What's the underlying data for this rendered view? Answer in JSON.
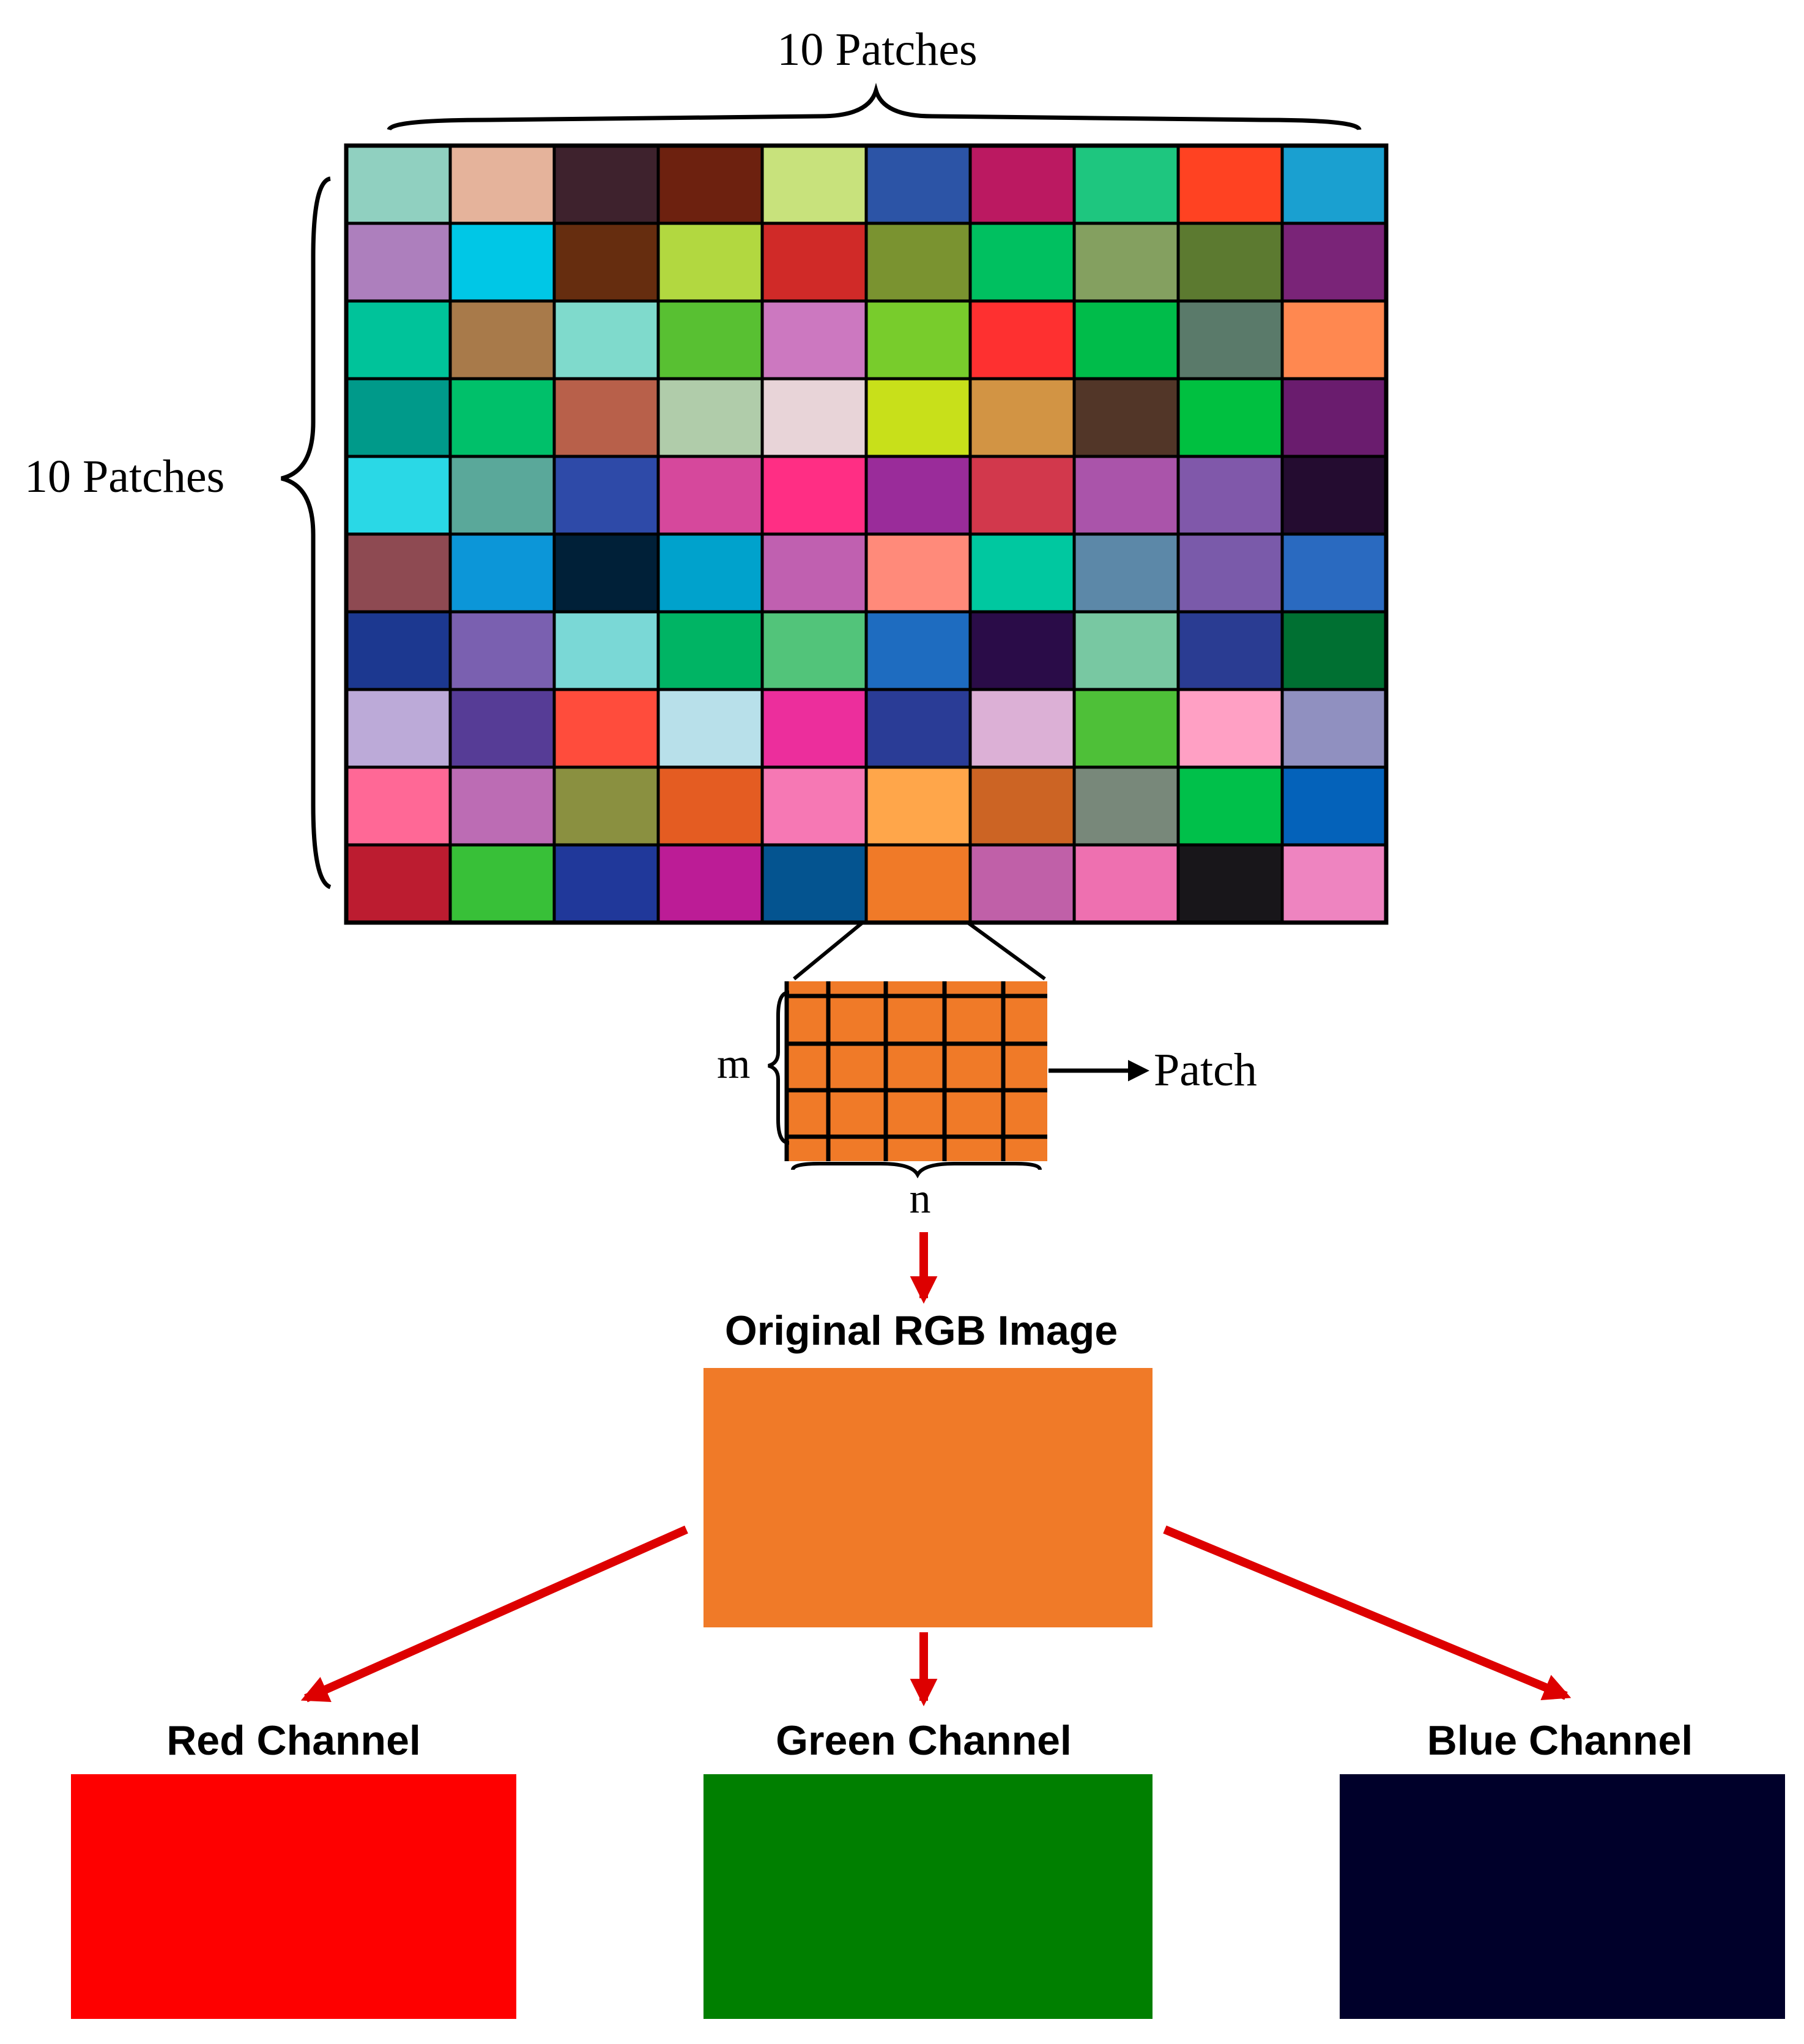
{
  "labels": {
    "top_patches": "10 Patches",
    "left_patches": "10 Patches",
    "m": "m",
    "n": "n",
    "patch": "Patch",
    "original": "Original RGB Image",
    "red": "Red Channel",
    "green": "Green Channel",
    "blue": "Blue Channel"
  },
  "colors": {
    "accent_arrow": "#dd0000",
    "selected_patch": "#f07a28",
    "original_image": "#f07a28",
    "red_channel": "#fe0000",
    "green_channel": "#007f00",
    "blue_channel": "#00002a",
    "grid": [
      [
        "#90d0c0",
        "#e5b39b",
        "#3e222d",
        "#6d210f",
        "#c8e27c",
        "#2c54a6",
        "#bb1961",
        "#1ec67f",
        "#ff4222",
        "#1aa0d0"
      ],
      [
        "#ad7fbd",
        "#00c7e6",
        "#662d0f",
        "#b2d840",
        "#d02a28",
        "#7a9330",
        "#00c060",
        "#84a060",
        "#5c7a30",
        "#7a2478"
      ],
      [
        "#00c39a",
        "#a87a4a",
        "#7fdacc",
        "#58c032",
        "#cc78c0",
        "#78cc2c",
        "#fe3030",
        "#00bc4a",
        "#5a7a6a",
        "#ff8850"
      ],
      [
        "#009a8a",
        "#00c06a",
        "#b8604a",
        "#b0ccaa",
        "#e8d4d8",
        "#c8e01a",
        "#d29444",
        "#523628",
        "#00c040",
        "#6a1c6e"
      ],
      [
        "#2ad8e6",
        "#5aa89a",
        "#2e4aa8",
        "#d6489c",
        "#ff2e84",
        "#9a2c9a",
        "#d2384c",
        "#aa54aa",
        "#8058aa",
        "#240c30"
      ],
      [
        "#8e4a52",
        "#0c96d8",
        "#002038",
        "#00a2cc",
        "#c060b0",
        "#ff8a7a",
        "#00c8a0",
        "#5c88a8",
        "#7a5aaa",
        "#2a6ac0"
      ],
      [
        "#1c3890",
        "#7a60b0",
        "#7ad8d6",
        "#00b464",
        "#52c47a",
        "#1e6cc0",
        "#2a0c48",
        "#78c8a2",
        "#2a3c92",
        "#007032"
      ],
      [
        "#bcaad8",
        "#563c96",
        "#ff4c3c",
        "#b8e0ea",
        "#ec2e9c",
        "#2a3c96",
        "#dcb0d6",
        "#4ec038",
        "#ffa0c4",
        "#9090c0"
      ],
      [
        "#ff6896",
        "#bc6cb4",
        "#8a9040",
        "#e45c22",
        "#f678b4",
        "#ffa64a",
        "#cc6424",
        "#78887a",
        "#00c04a",
        "#0462ba"
      ],
      [
        "#bc1c30",
        "#38c038",
        "#20389a",
        "#bc1c96",
        "#045490",
        "#f07a28",
        "#c060a8",
        "#ee70b0",
        "#18161a",
        "#ee84c0"
      ]
    ]
  }
}
